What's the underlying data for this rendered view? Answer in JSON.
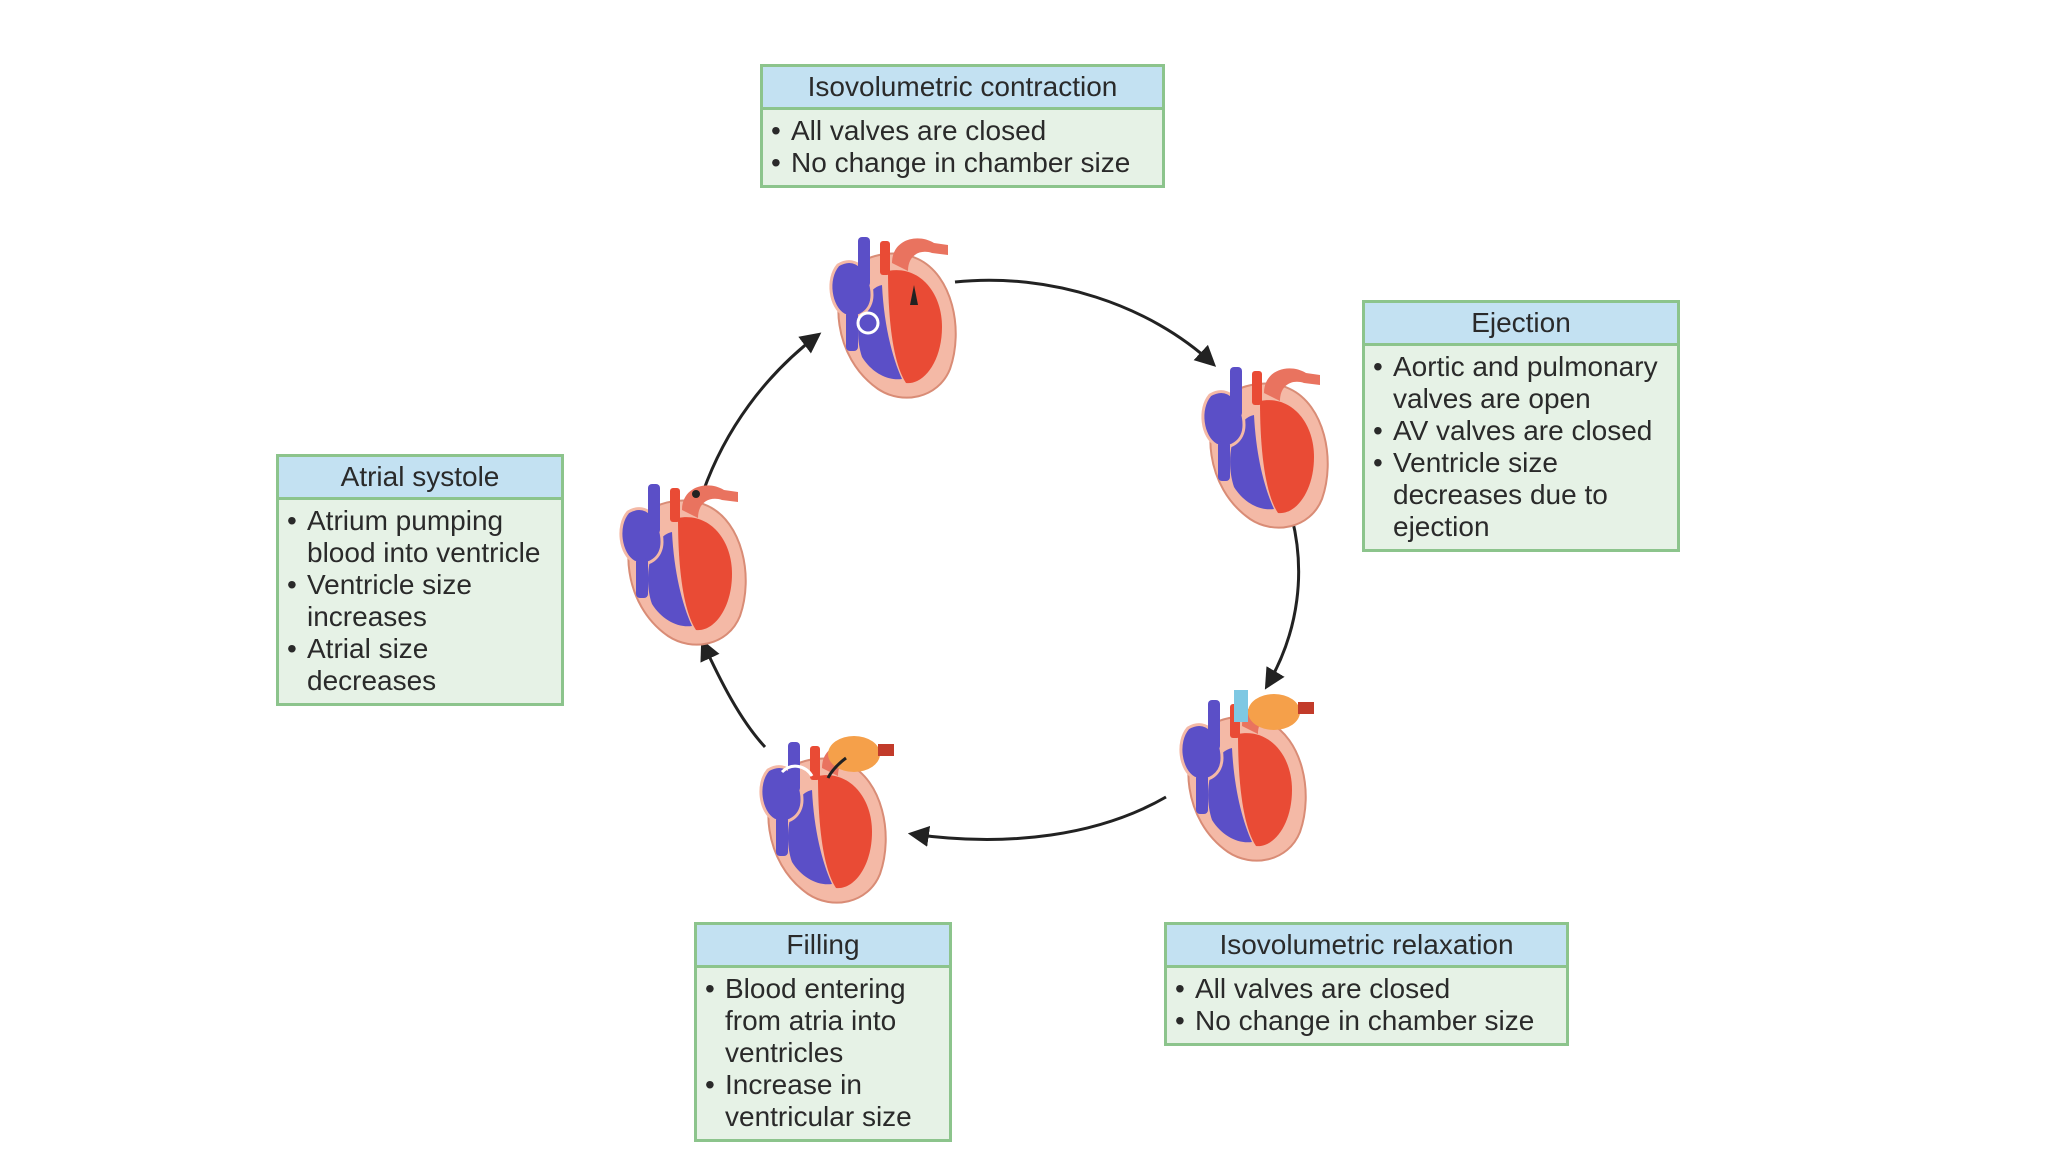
{
  "stages": [
    {
      "id": "isovolumetric-contraction",
      "title": "Isovolumetric contraction",
      "bullets": [
        "All valves are closed",
        "No change in chamber size"
      ]
    },
    {
      "id": "ejection",
      "title": "Ejection",
      "bullets": [
        "Aortic and pulmonary valves are open",
        "AV valves are closed",
        "Ventricle size decreases due to ejection"
      ]
    },
    {
      "id": "isovolumetric-relaxation",
      "title": "Isovolumetric relaxation",
      "bullets": [
        "All valves are closed",
        "No change in chamber size"
      ]
    },
    {
      "id": "filling",
      "title": "Filling",
      "bullets": [
        "Blood entering from atria into ventricles",
        "Increase in ventricular size"
      ]
    },
    {
      "id": "atrial-systole",
      "title": "Atrial systole",
      "bullets": [
        "Atrium pumping blood into ventricle",
        "Ventricle size increases",
        "Atrial size decreases"
      ]
    }
  ],
  "colors": {
    "box_fill": "#e6f2e6",
    "box_border": "#8cc48c",
    "title_fill": "#c3e1f2",
    "heart_outer": "#f4b9a6",
    "left_side": "#e94b35",
    "right_side": "#5b4fc7",
    "arrow": "#222222"
  }
}
